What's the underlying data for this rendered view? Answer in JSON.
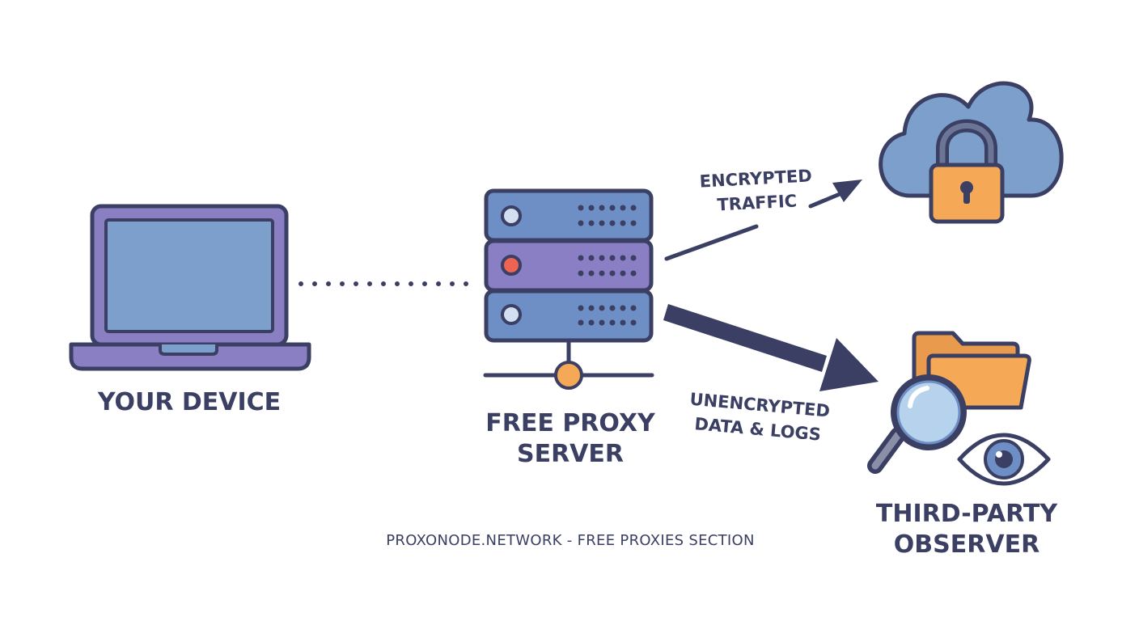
{
  "nodes": {
    "device": {
      "label": "YOUR DEVICE"
    },
    "proxy": {
      "label_line1": "FREE PROXY",
      "label_line2": "SERVER"
    },
    "observer": {
      "label_line1": "THIRD-PARTY",
      "label_line2": "OBSERVER"
    }
  },
  "flows": {
    "encrypted": {
      "label_line1": "ENCRYPTED",
      "label_line2": "TRAFFIC"
    },
    "unencrypted": {
      "label_line1": "UNENCRYPTED",
      "label_line2": "DATA & LOGS"
    }
  },
  "footer": "PROXONODE.NETWORK - FREE PROXIES SECTION",
  "colors": {
    "outline": "#3a3f63",
    "laptop_body": "#8b7fc4",
    "screen": "#7d9fcb",
    "server_blue": "#6e8fc6",
    "server_purple": "#8a7fc4",
    "led_red": "#ef6352",
    "accent_orange": "#f5a855",
    "cloud": "#7d9fcb",
    "lens": "#b6d2ec"
  },
  "icons": [
    "laptop-icon",
    "server-icon",
    "cloud-lock-icon",
    "folder-icon",
    "magnifier-icon",
    "eye-icon"
  ]
}
